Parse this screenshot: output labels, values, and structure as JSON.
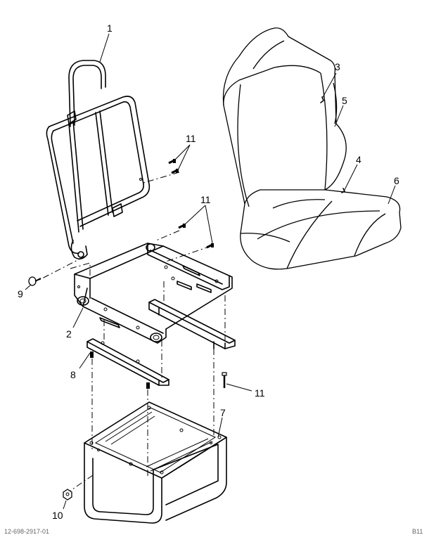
{
  "callouts": {
    "c1": "1",
    "c2": "2",
    "c3": "3",
    "c4": "4",
    "c5": "5",
    "c6": "6",
    "c7": "7",
    "c8": "8",
    "c9": "9",
    "c10": "10",
    "c11a": "11",
    "c11b": "11",
    "c11c": "11"
  },
  "footer": {
    "left_code": "12-698-2917-01",
    "right_code": "B11"
  }
}
